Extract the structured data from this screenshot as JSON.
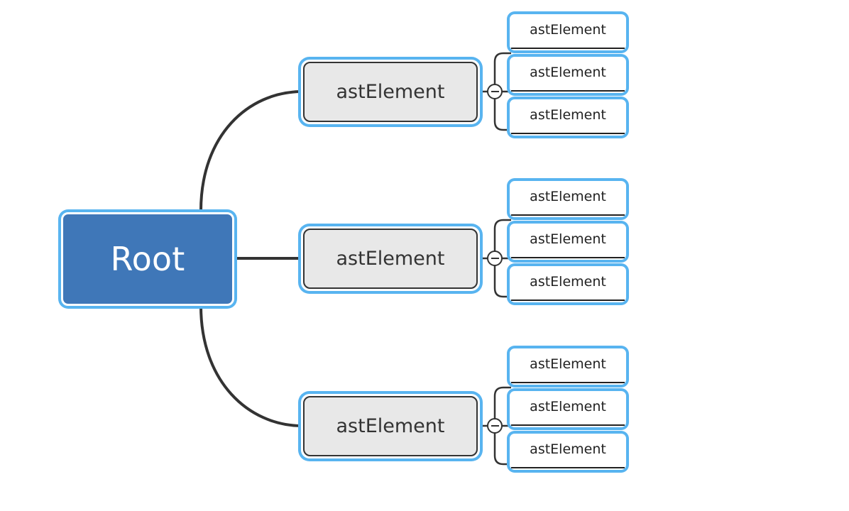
{
  "diagram": {
    "type": "mindmap",
    "title": "Root",
    "background_color": "#ffffff",
    "colors": {
      "root_fill": "#3f77b8",
      "root_text": "#ffffff",
      "branch_fill": "#e8e8e8",
      "branch_border": "#333333",
      "leaf_fill": "#ffffff",
      "selection_ring": "#58b4f0",
      "connector": "#333333",
      "text": "#333333"
    }
  },
  "root": {
    "label": "Root",
    "selected": true
  },
  "toggles": [
    {
      "state": "expanded",
      "icon": "minus-circle-icon"
    },
    {
      "state": "expanded",
      "icon": "minus-circle-icon"
    },
    {
      "state": "expanded",
      "icon": "minus-circle-icon"
    }
  ],
  "branches": [
    {
      "label": "astElement",
      "selected": true,
      "children": [
        {
          "label": "astElement",
          "selected": true
        },
        {
          "label": "astElement",
          "selected": true
        },
        {
          "label": "astElement",
          "selected": true
        }
      ]
    },
    {
      "label": "astElement",
      "selected": true,
      "children": [
        {
          "label": "astElement",
          "selected": true
        },
        {
          "label": "astElement",
          "selected": true
        },
        {
          "label": "astElement",
          "selected": true
        }
      ]
    },
    {
      "label": "astElement",
      "selected": true,
      "children": [
        {
          "label": "astElement",
          "selected": true
        },
        {
          "label": "astElement",
          "selected": true
        },
        {
          "label": "astElement",
          "selected": true
        }
      ]
    }
  ]
}
